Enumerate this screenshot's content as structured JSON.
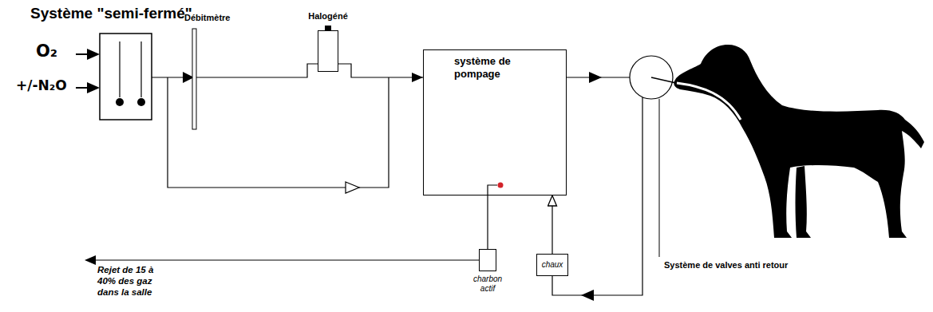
{
  "diagram": {
    "title": "Système \"semi-fermé\"",
    "nodes": [
      {
        "text": [
          "Halogéné"
        ]
      },
      {
        "text": [
          "système de pompage"
        ]
      },
      {
        "text": [
          "chaux"
        ]
      },
      {
        "text": [
          "charbon actif"
        ]
      }
    ],
    "edges": [
      {
        "from": 0,
        "to": 1,
        "arrow": "to"
      },
      {
        "from": 2,
        "to": 1,
        "arrow": "to"
      },
      {
        "from": 1,
        "to": 3,
        "arrow": "none"
      }
    ],
    "labels": [
      "O₂",
      "+/-N₂O",
      "Débitmètre",
      "Rejet de 15 à 40% des gaz dans la salle",
      "Système de valves anti retour"
    ]
  }
}
